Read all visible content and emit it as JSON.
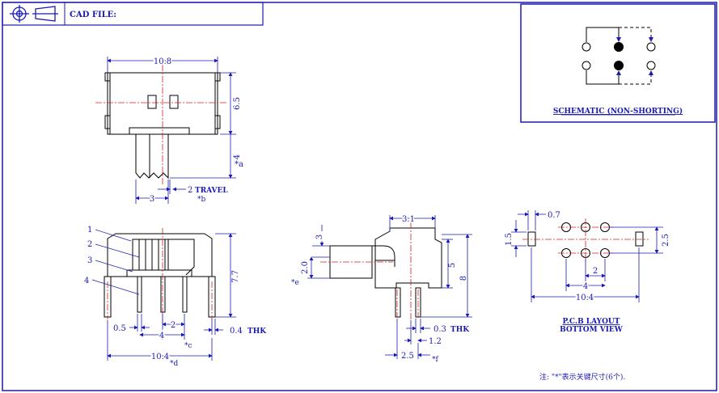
{
  "title_block": {
    "cad_file_label": "CAD FILE:",
    "projection_icon": "third-angle-projection-icon"
  },
  "schematic": {
    "label": "SCHEMATIC (NON-SHORTING)"
  },
  "top_view": {
    "width_dim": "10.8",
    "height_dim": "6.5",
    "actuator_dim": "4",
    "actuator_note": "*a",
    "actuator_width_dim": "3",
    "travel_dim": "2",
    "travel_label": "TRAVEL",
    "travel_note": "*b"
  },
  "front_view": {
    "callouts": [
      "1",
      "2",
      "3",
      "4"
    ],
    "height_dim": "7.7",
    "pin_dia_dim": "0.5",
    "pitch_dim": "2",
    "pin_span_dim": "4",
    "pin_span_note": "*c",
    "thk_dim": "0.4",
    "thk_label": "THK",
    "overall_dim": "10.4",
    "overall_note": "*d"
  },
  "side_view": {
    "top_dim": "3.1",
    "left_dim": "3",
    "height_dim_a": "5",
    "height_dim_b": "8",
    "actuator_h_dim": "2.0",
    "actuator_h_note": "*e",
    "thk_dim": "0.3",
    "thk_label": "THK",
    "offset_dim": "1.2",
    "pitch_dim": "2.5",
    "pitch_note": "*f"
  },
  "pcb": {
    "pad_w_dim": "0.7",
    "pad_h_dim": "1.5",
    "row_gap_dim": "2.5",
    "pitch_dim": "2",
    "span_dim": "4",
    "overall_dim": "10.4",
    "label_line1": "P.C.B LAYOUT",
    "label_line2": "BOTTOM VIEW"
  },
  "note": "注: \"*\"表示关键尺寸(6个)."
}
